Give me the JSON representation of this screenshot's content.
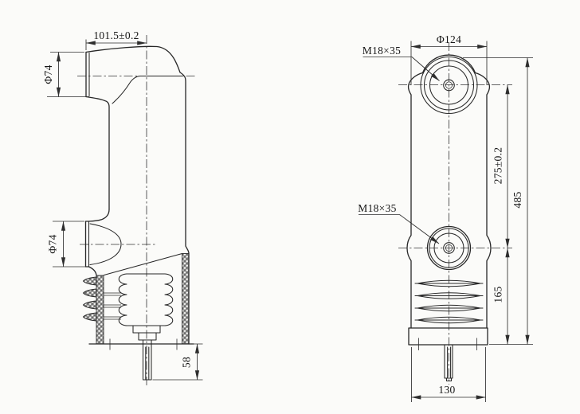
{
  "drawing": {
    "ink_color": "#272727",
    "paper_color": "#fbfbf9",
    "side_view": {
      "dims": {
        "top_width": "101.5±0.2",
        "upper_terminal_dia": "Φ74",
        "lower_terminal_dia": "Φ74",
        "stem_length": "58"
      }
    },
    "front_view": {
      "dims": {
        "head_dia": "Φ124",
        "upper_thread": "M18×35",
        "lower_thread": "M18×35",
        "terminal_pitch": "275±0.2",
        "overall_height": "485",
        "skirt_height": "165",
        "base_width": "130"
      }
    }
  }
}
